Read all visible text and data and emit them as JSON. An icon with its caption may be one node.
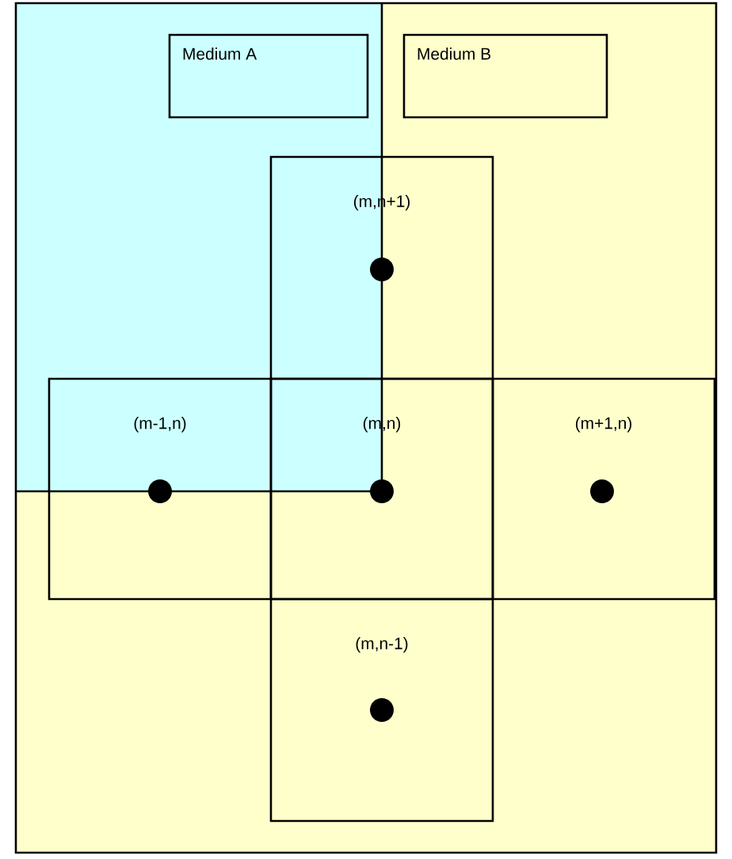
{
  "diagram": {
    "nodes": [
      {
        "text": [
          "Medium A"
        ]
      },
      {
        "text": [
          "Medium B"
        ]
      },
      {
        "text": [
          "(m,n+1)"
        ]
      },
      {
        "text": [
          "(m-1,n)"
        ]
      },
      {
        "text": [
          "(m,n)"
        ]
      },
      {
        "text": [
          "(m+1,n)"
        ]
      },
      {
        "text": [
          "(m,n-1)"
        ]
      }
    ]
  }
}
